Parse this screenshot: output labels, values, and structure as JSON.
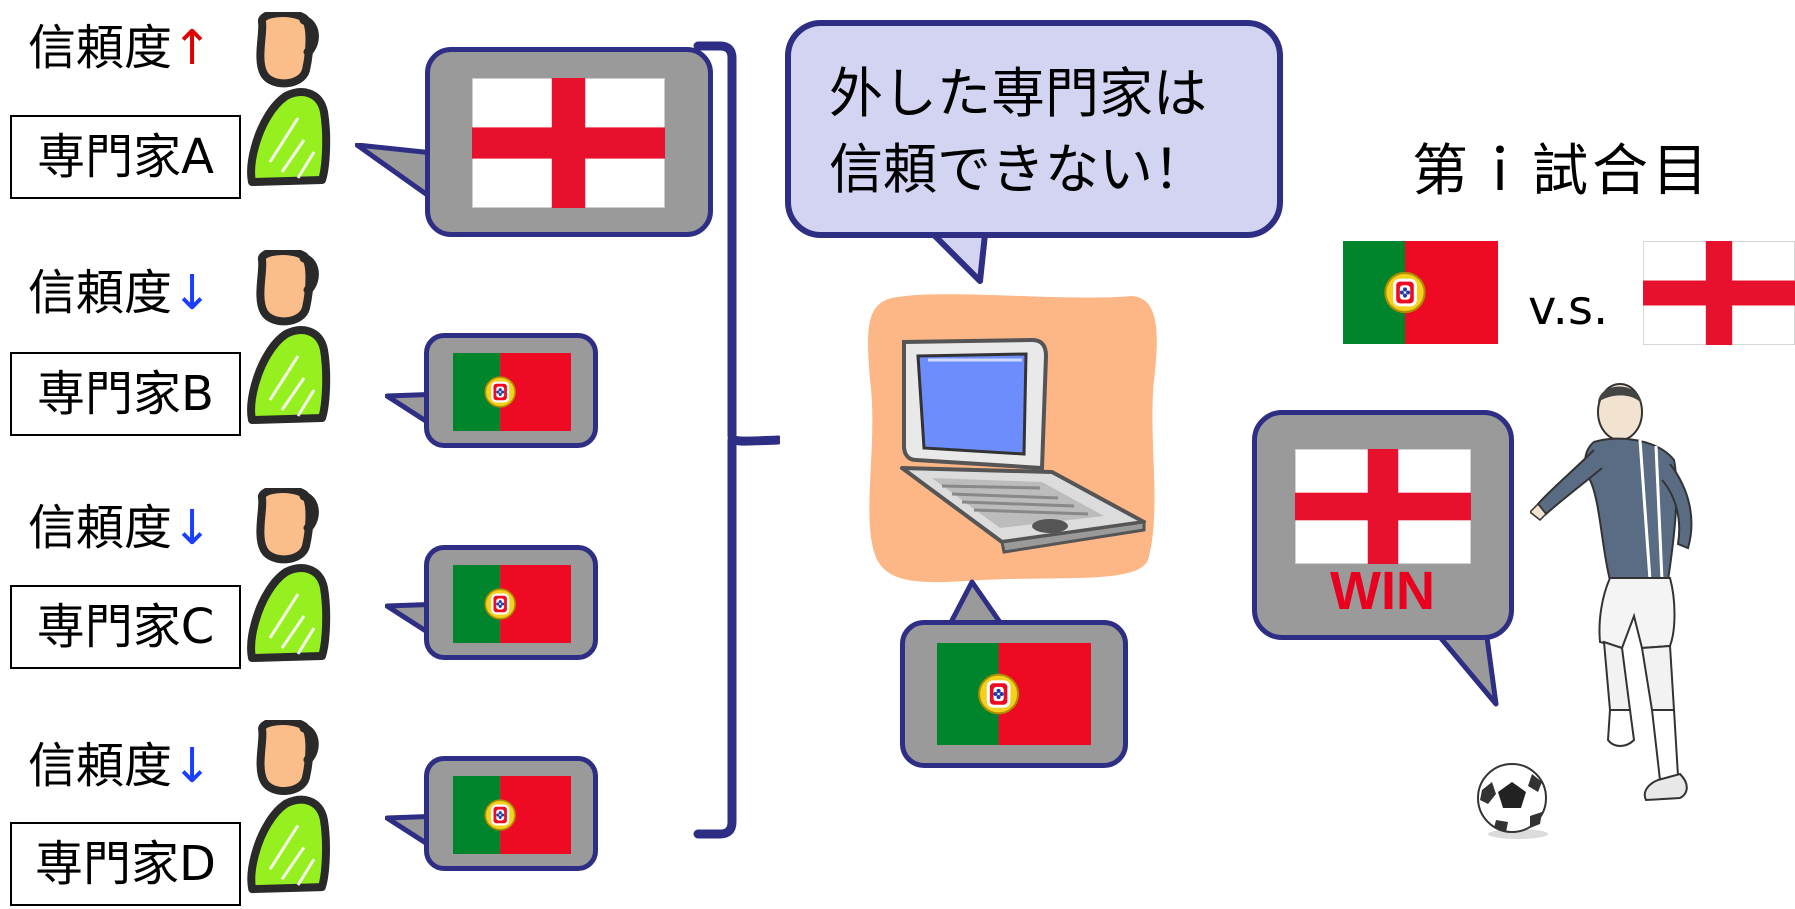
{
  "experts": [
    {
      "trust_label": "信頼度",
      "trust_arrow": "↑",
      "name": "専門家A",
      "prediction": "England"
    },
    {
      "trust_label": "信頼度",
      "trust_arrow": "↓",
      "name": "専門家B",
      "prediction": "Portugal"
    },
    {
      "trust_label": "信頼度",
      "trust_arrow": "↓",
      "name": "専門家C",
      "prediction": "Portugal"
    },
    {
      "trust_label": "信頼度",
      "trust_arrow": "↓",
      "name": "専門家D",
      "prediction": "Portugal"
    }
  ],
  "computer": {
    "speech_line1": "外した専門家は",
    "speech_line2": "信頼できない！",
    "prediction": "Portugal"
  },
  "match": {
    "title": "第ｉ試合目",
    "team_left": "Portugal",
    "vs_text": "v.s.",
    "team_right": "England",
    "result_label": "WIN",
    "winner": "England"
  },
  "colors": {
    "bubble_border": "#2e2e85",
    "bubble_fill": "#9a9a9a",
    "speech_fill": "#d2d4f1",
    "arrow_up": "#e00000",
    "arrow_down": "#1a3dff",
    "win_text": "#e8001e",
    "shirt": "#96ef1e",
    "skin": "#fbbd8a",
    "laptop_bg": "#fdb685"
  },
  "icons": [
    "person-icon",
    "laptop-icon",
    "soccer-player-icon",
    "soccer-ball-icon",
    "england-flag-icon",
    "portugal-flag-icon"
  ]
}
